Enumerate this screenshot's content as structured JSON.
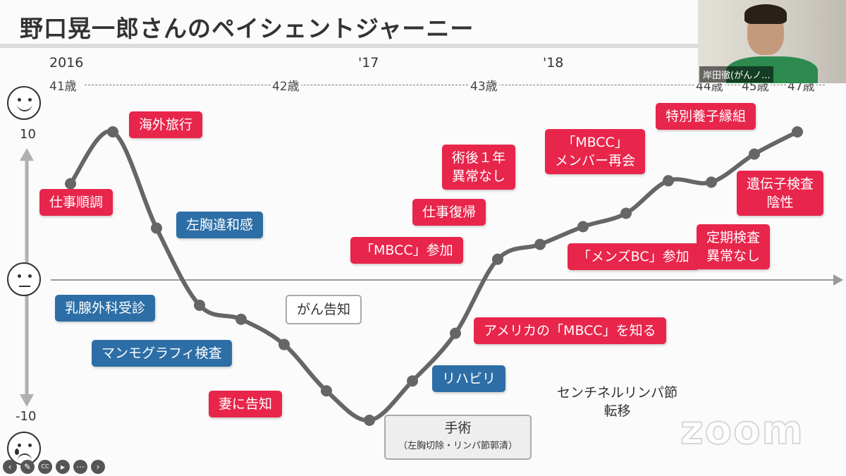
{
  "slide": {
    "title": "野口晃一郎さんのペイシェントジャーニー"
  },
  "timeline": {
    "years": [
      "2016",
      "'17",
      "'18"
    ],
    "ages": [
      "41歳",
      "42歳",
      "43歳",
      "44歳",
      "45歳",
      "47歳"
    ]
  },
  "scale": {
    "top_label": "10",
    "bottom_label": "-10"
  },
  "chart_data": {
    "type": "line",
    "title": "野口晃一郎さんのペイシェントジャーニー",
    "xlabel": "",
    "ylabel": "",
    "ylim": [
      -10,
      10
    ],
    "points": [
      {
        "label": "仕事順調",
        "value": 6.5
      },
      {
        "label": "海外旅行",
        "value": 10
      },
      {
        "label": "左胸違和感",
        "value": 3.5
      },
      {
        "label": "乳腺外科受診",
        "value": -1.8
      },
      {
        "label": "マンモグラフィ検査",
        "value": -2.8
      },
      {
        "label": "がん告知",
        "value": -4.6
      },
      {
        "label": "妻に告知",
        "value": -7.9
      },
      {
        "label": "手術 (左胸切除・リンパ節郭清)",
        "value": -10
      },
      {
        "label": "リハビリ",
        "value": -7.2
      },
      {
        "label": "アメリカの「MBCC」を知る",
        "value": -3.8
      },
      {
        "label": "「MBCC」参加",
        "value": 1.4
      },
      {
        "label": "仕事復帰",
        "value": 2.4
      },
      {
        "label": "術後１年異常なし",
        "value": 3.6
      },
      {
        "label": "「メンズBC」参加",
        "value": 4.5
      },
      {
        "label": "「MBCC」メンバー再会",
        "value": 6.7
      },
      {
        "label": "定期検査異常なし",
        "value": 6.6
      },
      {
        "label": "遺伝子検査陰性",
        "value": 8.5
      },
      {
        "label": "特別養子縁組",
        "value": 10
      }
    ]
  },
  "events": {
    "work_good": "仕事順調",
    "overseas_trip": "海外旅行",
    "left_chest_discomfort": "左胸違和感",
    "breast_surgery_visit": "乳腺外科受診",
    "mammography": "マンモグラフィ検査",
    "cancer_notice": "がん告知",
    "tell_wife": "妻に告知",
    "surgery_title": "手術",
    "surgery_detail": "（左胸切除・リンパ節郭清）",
    "sentinel_line1": "センチネルリンパ節",
    "sentinel_line2": "転移",
    "rehab": "リハビリ",
    "learn_mbcc": "アメリカの「MBCC」を知る",
    "join_mbcc": "「MBCC」参加",
    "return_work": "仕事復帰",
    "post_op_line1": "術後１年",
    "post_op_line2": "異常なし",
    "mens_bc": "「メンズBC」参加",
    "mbcc_reunion_line1": "「MBCC」",
    "mbcc_reunion_line2": "メンバー再会",
    "checkup_line1": "定期検査",
    "checkup_line2": "異常なし",
    "adoption": "特別養子縁組",
    "gene_line1": "遺伝子検査",
    "gene_line2": "陰性"
  },
  "colors": {
    "positive": "#e8254b",
    "negative": "#2d6ea6",
    "curve": "#666666"
  },
  "video": {
    "participant_name": "岸田徹(がんノ...",
    "watermark": "zoom"
  },
  "controls": {
    "icons": [
      "arrow-left-icon",
      "pen-icon",
      "cc-icon",
      "camera-icon",
      "more-icon",
      "arrow-right-icon"
    ],
    "cc_text": "CC"
  }
}
